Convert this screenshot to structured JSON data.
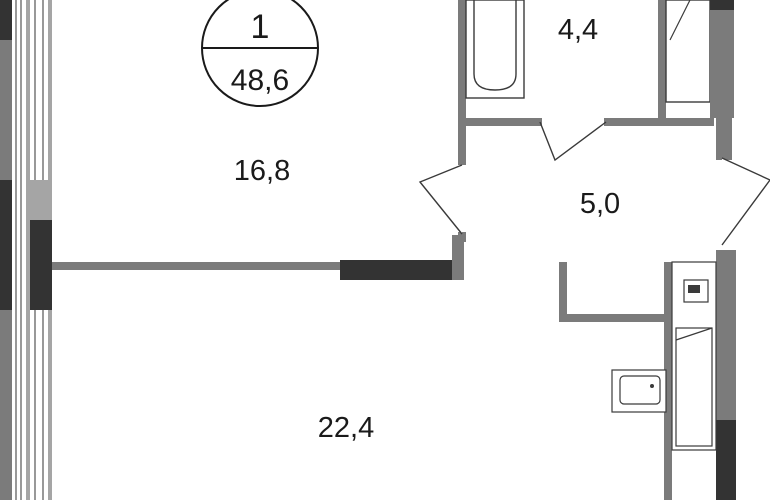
{
  "apartment": {
    "rooms_count": "1",
    "total_area": "48,6"
  },
  "rooms": {
    "bedroom_area": "16,8",
    "bathroom_area": "4,4",
    "hall_area": "5,0",
    "living_kitchen_area": "22,4"
  },
  "colors": {
    "wall_gray": "#7b7b7b",
    "wall_dark": "#333333",
    "wall_light": "#a5a5a5",
    "line": "#3a3a3a",
    "background": "#ffffff"
  }
}
